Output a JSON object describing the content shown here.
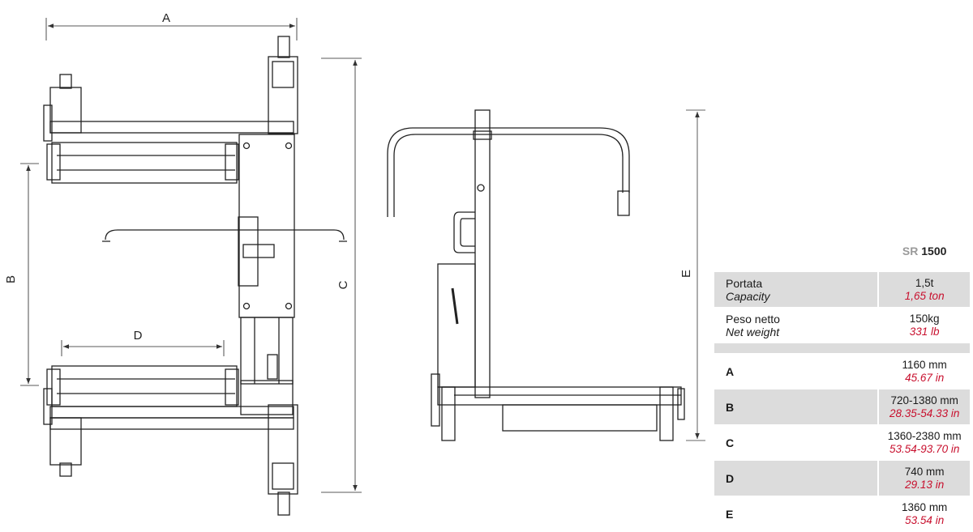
{
  "dimension_letters": {
    "a": "A",
    "b": "B",
    "c": "C",
    "d": "D",
    "e": "E"
  },
  "table": {
    "header": {
      "prefix": "SR",
      "model": "1500"
    },
    "rows": [
      {
        "label_it": "Portata",
        "label_en": "Capacity",
        "value": "1,5t",
        "value_imperial": "1,65 ton"
      },
      {
        "label_it": "Peso netto",
        "label_en": "Net weight",
        "value": "150kg",
        "value_imperial": "331 lb"
      }
    ],
    "dimensions": [
      {
        "letter": "A",
        "value": "1160 mm",
        "value_imperial": "45.67 in"
      },
      {
        "letter": "B",
        "value": "720-1380 mm",
        "value_imperial": "28.35-54.33 in"
      },
      {
        "letter": "C",
        "value": "1360-2380 mm",
        "value_imperial": "53.54-93.70 in"
      },
      {
        "letter": "D",
        "value": "740 mm",
        "value_imperial": "29.13 in"
      },
      {
        "letter": "E",
        "value": "1360 mm",
        "value_imperial": "53.54 in"
      }
    ]
  }
}
